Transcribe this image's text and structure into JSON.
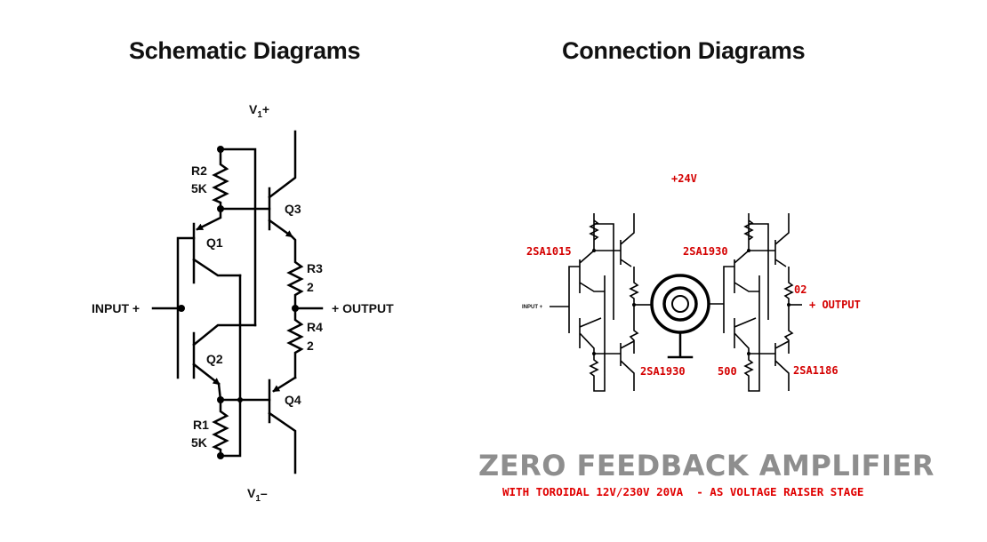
{
  "titles": {
    "left": "Schematic Diagrams",
    "right": "Connection Diagrams",
    "main": "ZERO FEEDBACK AMPLIFIER",
    "sub": "WITH TOROIDAL 12V/230V 20VA  - AS VOLTAGE RAISER STAGE"
  },
  "schematic": {
    "supply_pos": "V",
    "supply_pos_sub": "1",
    "supply_pos_sign": "+",
    "supply_neg": "V",
    "supply_neg_sub": "1",
    "supply_neg_sign": "–",
    "input": "INPUT +",
    "output": "+ OUTPUT",
    "r2_name": "R2",
    "r2_value": "5K",
    "r1_name": "R1",
    "r1_value": "5K",
    "r3_name": "R3",
    "r3_value": "2",
    "r4_name": "R4",
    "r4_value": "2",
    "q1": "Q1",
    "q2": "Q2",
    "q3": "Q3",
    "q4": "Q4"
  },
  "connection": {
    "supply": "+24V",
    "input": "INPUT +",
    "output": "+ OUTPUT",
    "t_left_top": "2SA1015",
    "t_left_bottom": "2SA1930",
    "t_right_top": "2SA1930",
    "t_right_bottom": "2SA1186",
    "r_top": "02",
    "r_bottom": "500"
  }
}
